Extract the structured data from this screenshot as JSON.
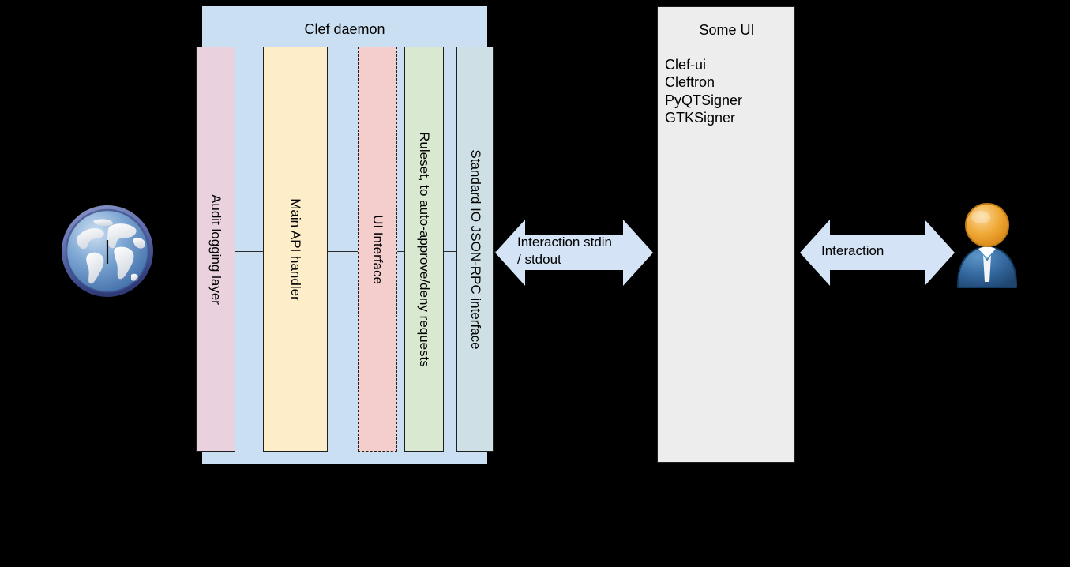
{
  "diagram": {
    "clef_panel": {
      "title": "Clef daemon",
      "layers": [
        {
          "id": "audit",
          "label": "Audit logging layer",
          "color": "#e9d2de"
        },
        {
          "id": "api",
          "label": "Main API handler",
          "color": "#fdeec9"
        },
        {
          "id": "uiiface",
          "label": "UI Interface",
          "color": "#f4cdcd"
        },
        {
          "id": "ruleset",
          "label": "Ruleset, to auto-approve/deny requests",
          "color": "#d9e8d0"
        },
        {
          "id": "stdio",
          "label": "Standard IO JSON-RPC interface",
          "color": "#cedfe6"
        }
      ],
      "panel_color": "#cbdff3"
    },
    "some_ui": {
      "title": "Some UI",
      "items": [
        "Clef-ui",
        "Cleftron",
        "PyQTSigner",
        "GTKSigner"
      ],
      "panel_color": "#ededed"
    },
    "arrows": [
      {
        "id": "stdio",
        "label": "Interaction stdin\n/ stdout",
        "color": "#d4e4f6"
      },
      {
        "id": "user",
        "label": "Interaction",
        "color": "#d4e4f6"
      }
    ],
    "icons": {
      "globe": "globe-icon",
      "user": "user-icon"
    },
    "background_color": "#000000"
  }
}
